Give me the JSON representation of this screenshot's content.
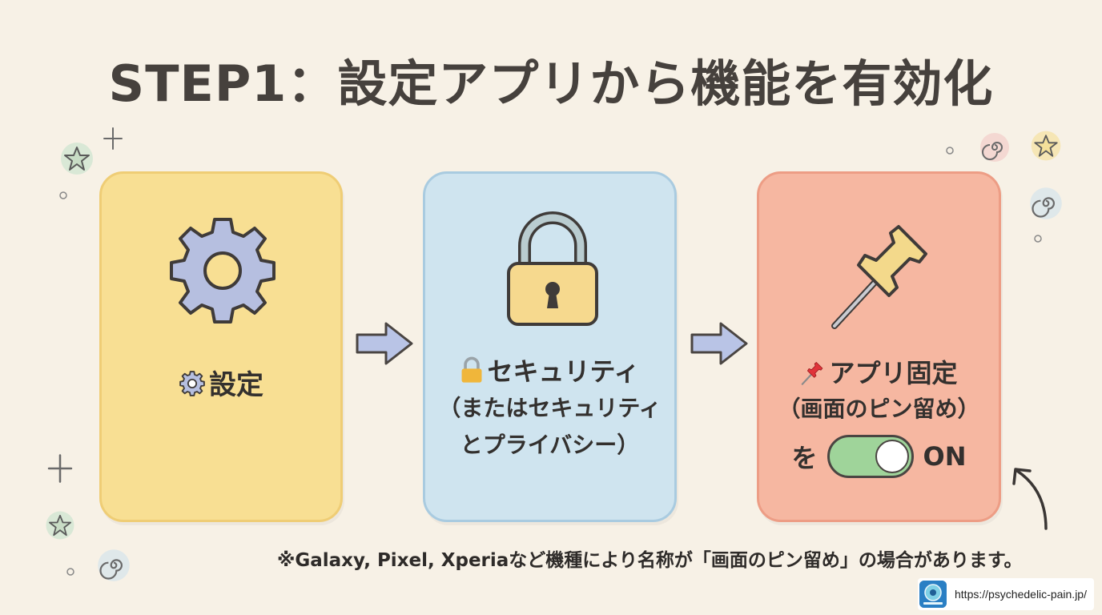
{
  "title": "STEP1：設定アプリから機能を有効化",
  "steps": [
    {
      "label": "設定",
      "icon": "gear-icon",
      "color": "#f8df93"
    },
    {
      "label": "セキュリティ",
      "sub_lines": [
        "（またはセキュリティ",
        "とプライバシー）"
      ],
      "icon": "lock-icon",
      "color": "#cfe4ef"
    },
    {
      "label": "アプリ固定",
      "sub": "（画面のピン留め）",
      "toggle_prefix": "を",
      "toggle_suffix": "ON",
      "icon": "pushpin-icon",
      "color": "#f6b7a1"
    }
  ],
  "toggle": {
    "state": "on",
    "color": "#9fd49a"
  },
  "note": "※Galaxy, Pixel, Xperiaなど機種により名称が「画面のピン留め」の場合があります。",
  "badge": {
    "url": "https://psychedelic-pain.jp/"
  }
}
